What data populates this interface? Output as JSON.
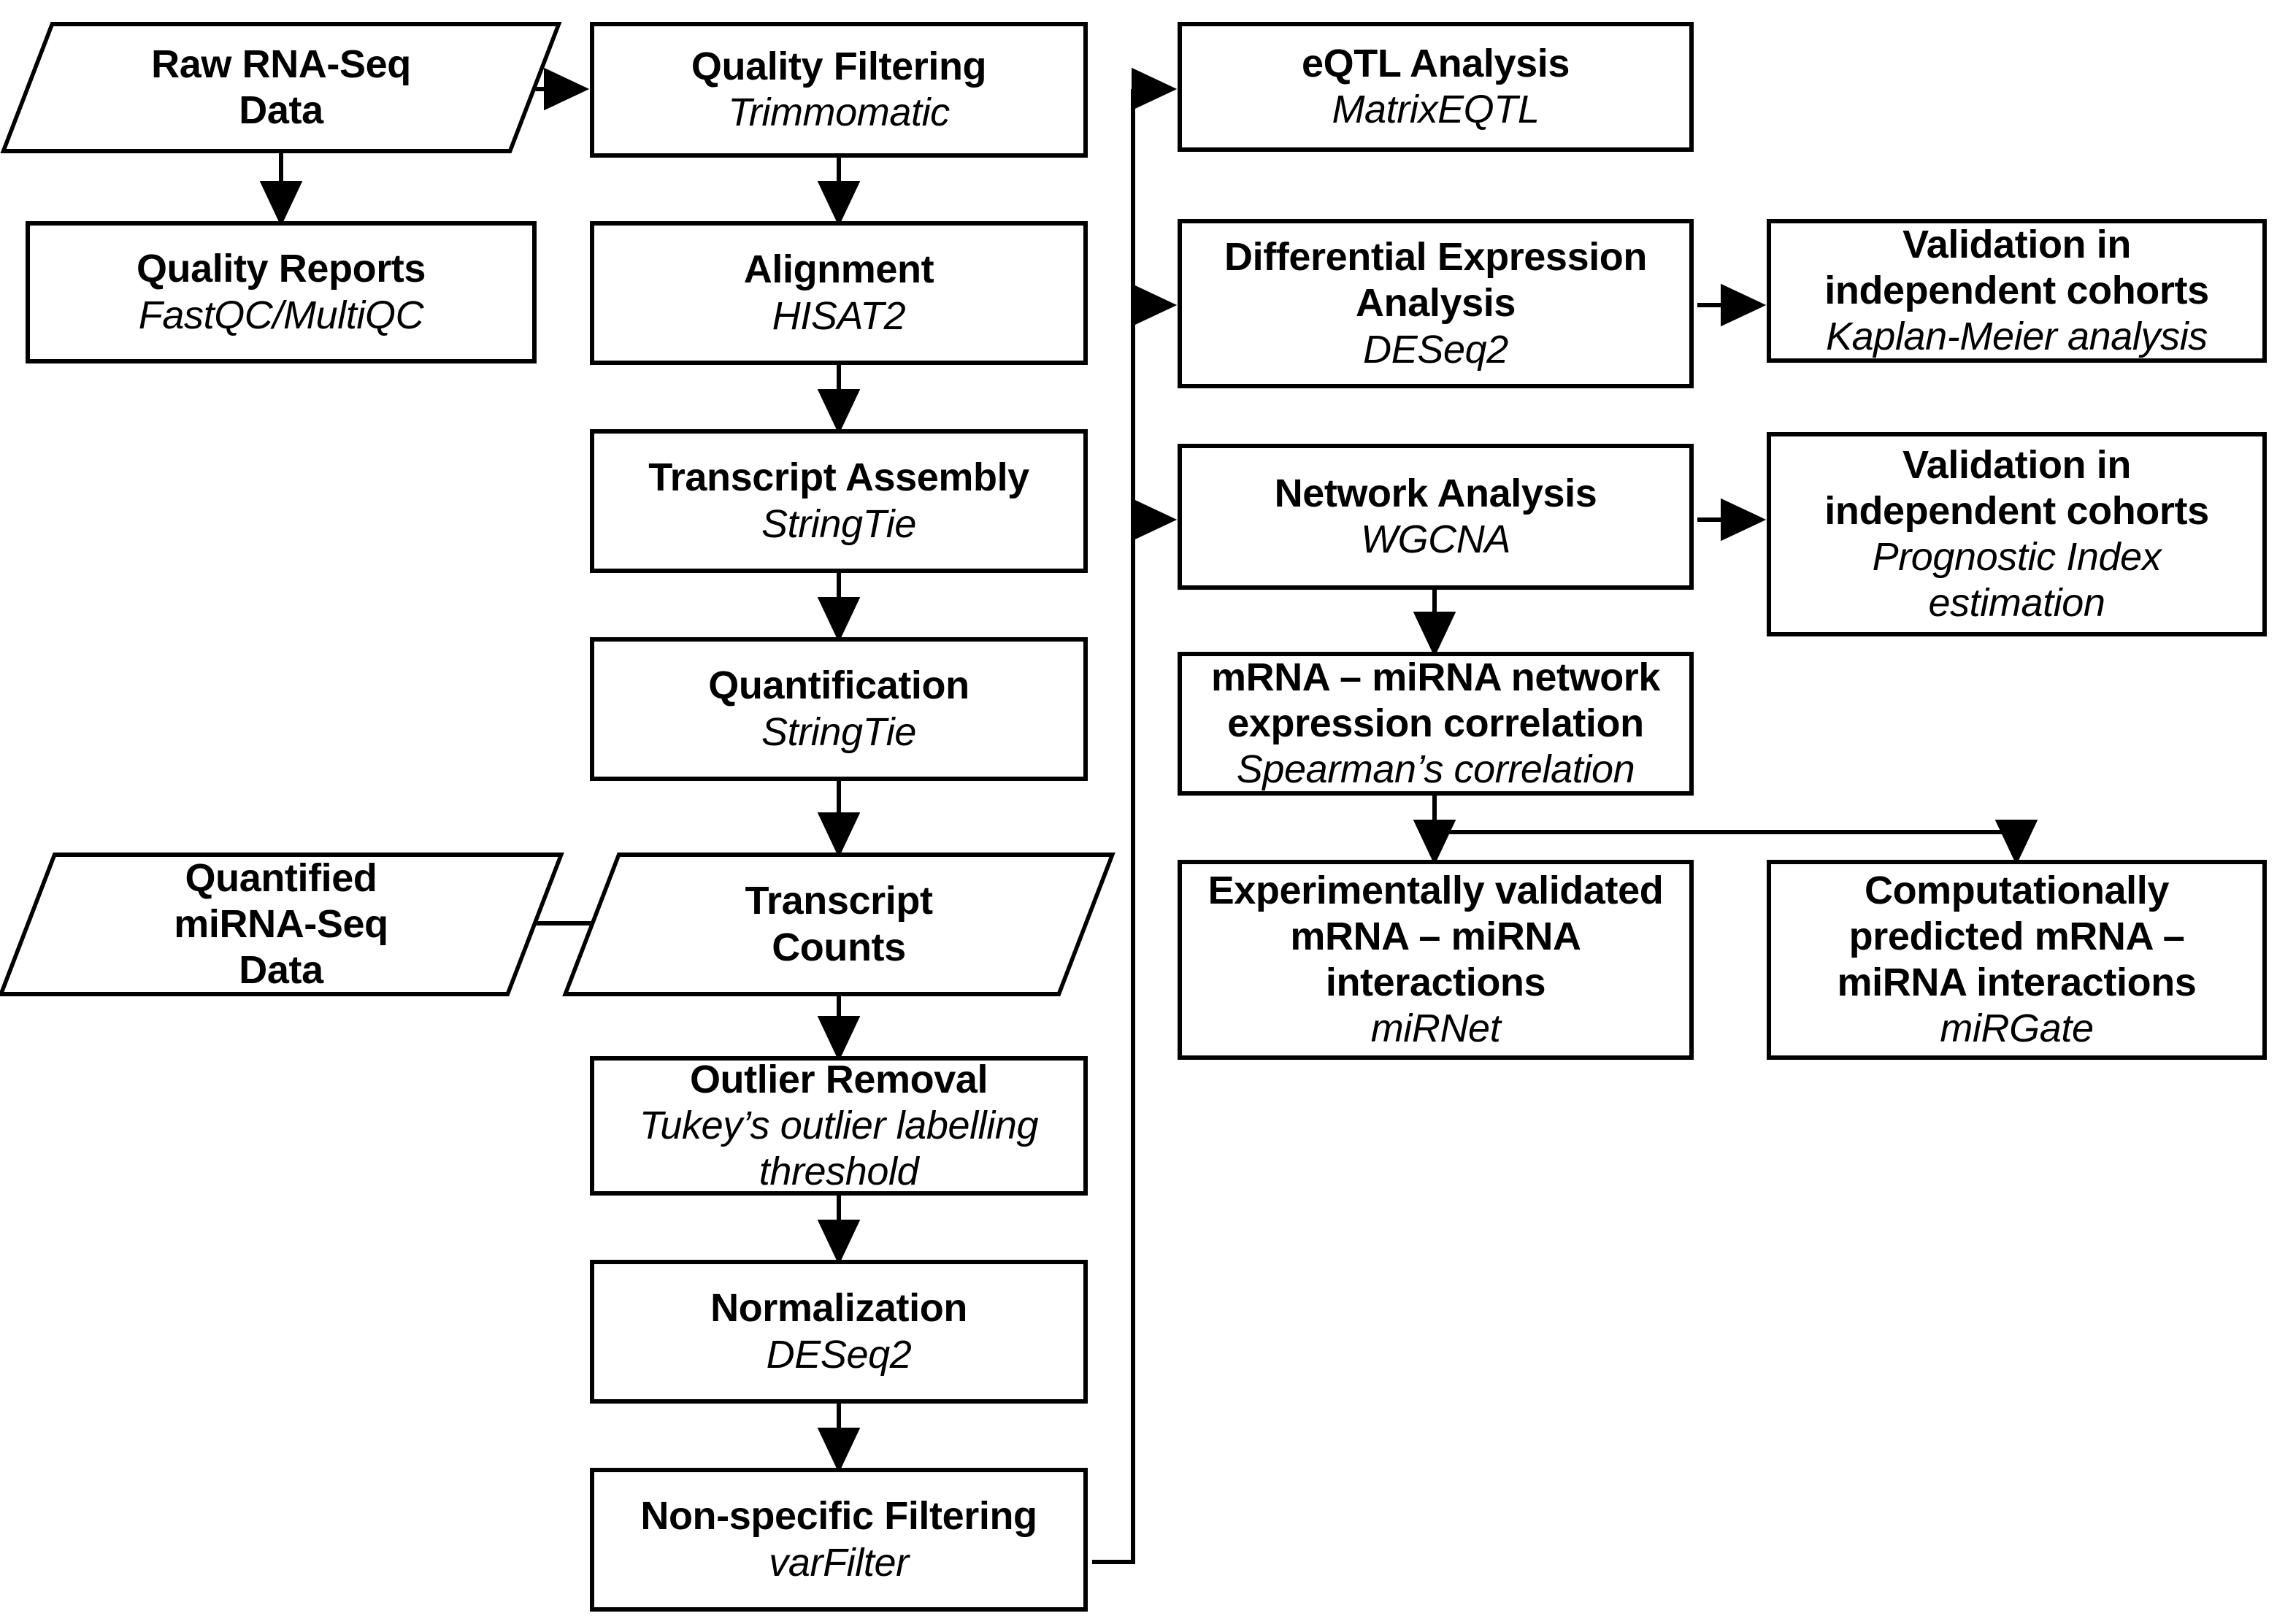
{
  "figure": {
    "kind": "flowchart",
    "orientation": "left-to-right with vertical stages",
    "background_color": "#ffffff",
    "line_color": "#000000",
    "text_color": "#000000"
  },
  "nodes": {
    "raw_rna_seq": {
      "shape": "parallelogram",
      "title": "Raw RNA-Seq\nData",
      "title_line1": "Raw RNA-Seq",
      "title_line2": "Data",
      "tool": ""
    },
    "quality_reports": {
      "shape": "rectangle",
      "title": "Quality Reports",
      "tool": "FastQC/MultiQC"
    },
    "quality_filtering": {
      "shape": "rectangle",
      "title": "Quality Filtering",
      "tool": "Trimmomatic"
    },
    "alignment": {
      "shape": "rectangle",
      "title": "Alignment",
      "tool": "HISAT2"
    },
    "transcript_assembly": {
      "shape": "rectangle",
      "title": "Transcript Assembly",
      "tool": "StringTie"
    },
    "quantification": {
      "shape": "rectangle",
      "title": "Quantification",
      "tool": "StringTie"
    },
    "quantified_mirna": {
      "shape": "parallelogram",
      "title_line1": "Quantified",
      "title_line2": "miRNA-Seq",
      "title_line3": "Data",
      "tool": ""
    },
    "transcript_counts": {
      "shape": "parallelogram",
      "title_line1": "Transcript",
      "title_line2": "Counts",
      "tool": ""
    },
    "outlier_removal": {
      "shape": "rectangle",
      "title": "Outlier Removal",
      "tool_line1": "Tukey’s outlier labelling",
      "tool_line2": "threshold"
    },
    "normalization": {
      "shape": "rectangle",
      "title": "Normalization",
      "tool": "DESeq2"
    },
    "non_specific_filtering": {
      "shape": "rectangle",
      "title": "Non-specific Filtering",
      "tool": "varFilter"
    },
    "eqtl_analysis": {
      "shape": "rectangle",
      "title": "eQTL Analysis",
      "tool": "MatrixEQTL"
    },
    "differential_expression": {
      "shape": "rectangle",
      "title_line1": "Differential Expression",
      "title_line2": "Analysis",
      "tool": "DESeq2"
    },
    "network_analysis": {
      "shape": "rectangle",
      "title": "Network Analysis",
      "tool": "WGCNA"
    },
    "mrna_mirna_network": {
      "shape": "rectangle",
      "title_line1": "mRNA – miRNA network",
      "title_line2": "expression correlation",
      "tool": "Spearman’s correlation"
    },
    "validation_km": {
      "shape": "rectangle",
      "title_line1": "Validation in",
      "title_line2": "independent cohorts",
      "tool": "Kaplan-Meier analysis"
    },
    "validation_pi": {
      "shape": "rectangle",
      "title_line1": "Validation in",
      "title_line2": "independent cohorts",
      "tool_line1": "Prognostic Index",
      "tool_line2": "estimation"
    },
    "experimentally_validated": {
      "shape": "rectangle",
      "title_line1": "Experimentally validated",
      "title_line2": "mRNA – miRNA",
      "title_line3": "interactions",
      "tool": "miRNet"
    },
    "computationally_predicted": {
      "shape": "rectangle",
      "title_line1": "Computationally",
      "title_line2": "predicted mRNA –",
      "title_line3": "miRNA interactions",
      "tool": "miRGate"
    }
  },
  "edges": [
    {
      "from": "raw_rna_seq",
      "to": "quality_filtering",
      "direction": "right"
    },
    {
      "from": "raw_rna_seq",
      "to": "quality_reports",
      "direction": "down"
    },
    {
      "from": "quality_filtering",
      "to": "alignment",
      "direction": "down"
    },
    {
      "from": "alignment",
      "to": "transcript_assembly",
      "direction": "down"
    },
    {
      "from": "transcript_assembly",
      "to": "quantification",
      "direction": "down"
    },
    {
      "from": "quantification",
      "to": "transcript_counts",
      "direction": "down"
    },
    {
      "from": "quantified_mirna",
      "to": "transcript_counts",
      "direction": "right"
    },
    {
      "from": "transcript_counts",
      "to": "outlier_removal",
      "direction": "down"
    },
    {
      "from": "outlier_removal",
      "to": "normalization",
      "direction": "down"
    },
    {
      "from": "normalization",
      "to": "non_specific_filtering",
      "direction": "down"
    },
    {
      "from": "non_specific_filtering",
      "to": "eqtl_analysis",
      "direction": "right-up-branch"
    },
    {
      "from": "non_specific_filtering",
      "to": "differential_expression",
      "direction": "right-up-branch"
    },
    {
      "from": "non_specific_filtering",
      "to": "network_analysis",
      "direction": "right-up-branch"
    },
    {
      "from": "differential_expression",
      "to": "validation_km",
      "direction": "right"
    },
    {
      "from": "network_analysis",
      "to": "validation_pi",
      "direction": "right"
    },
    {
      "from": "network_analysis",
      "to": "mrna_mirna_network",
      "direction": "down"
    },
    {
      "from": "mrna_mirna_network",
      "to": "experimentally_validated",
      "direction": "down"
    },
    {
      "from": "mrna_mirna_network",
      "to": "computationally_predicted",
      "direction": "down-right-branch"
    }
  ]
}
